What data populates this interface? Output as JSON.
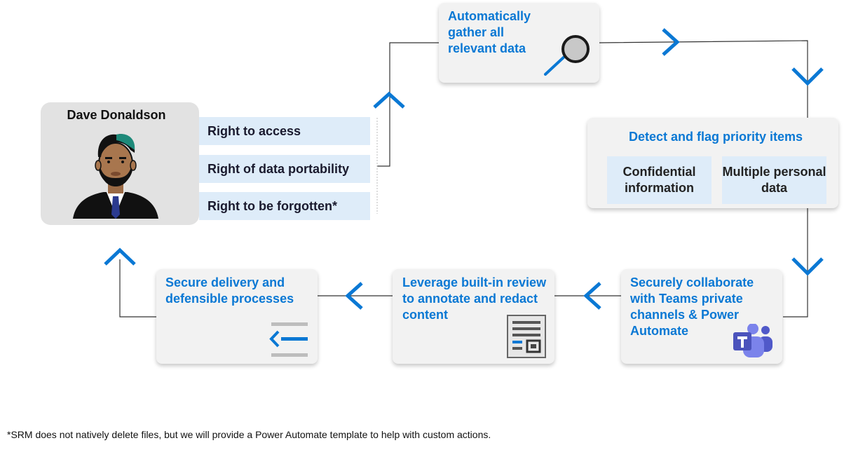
{
  "person": {
    "name": "Dave Donaldson",
    "rights": [
      "Right to access",
      "Right of data portability",
      "Right to be forgotten*"
    ]
  },
  "steps": {
    "gather": {
      "title": "Automatically gather all relevant data",
      "icon": "magnifier-icon"
    },
    "detect": {
      "title": "Detect and flag priority items",
      "items": [
        "Confidential information",
        "Multiple personal data"
      ]
    },
    "collaborate": {
      "title": "Securely collaborate with Teams private channels & Power Automate",
      "icon": "teams-icon"
    },
    "review": {
      "title": "Leverage built-in review to annotate and redact content",
      "icon": "document-redact-icon"
    },
    "deliver": {
      "title": "Secure delivery and defensible processes",
      "icon": "arrow-left-lines-icon"
    }
  },
  "colors": {
    "accent": "#0a78d4",
    "card": "#f2f2f2",
    "highlight": "#deecf9",
    "teams": "#5059c9"
  },
  "footnote": "*SRM does not natively delete files, but we will provide a Power Automate template to help with custom actions."
}
